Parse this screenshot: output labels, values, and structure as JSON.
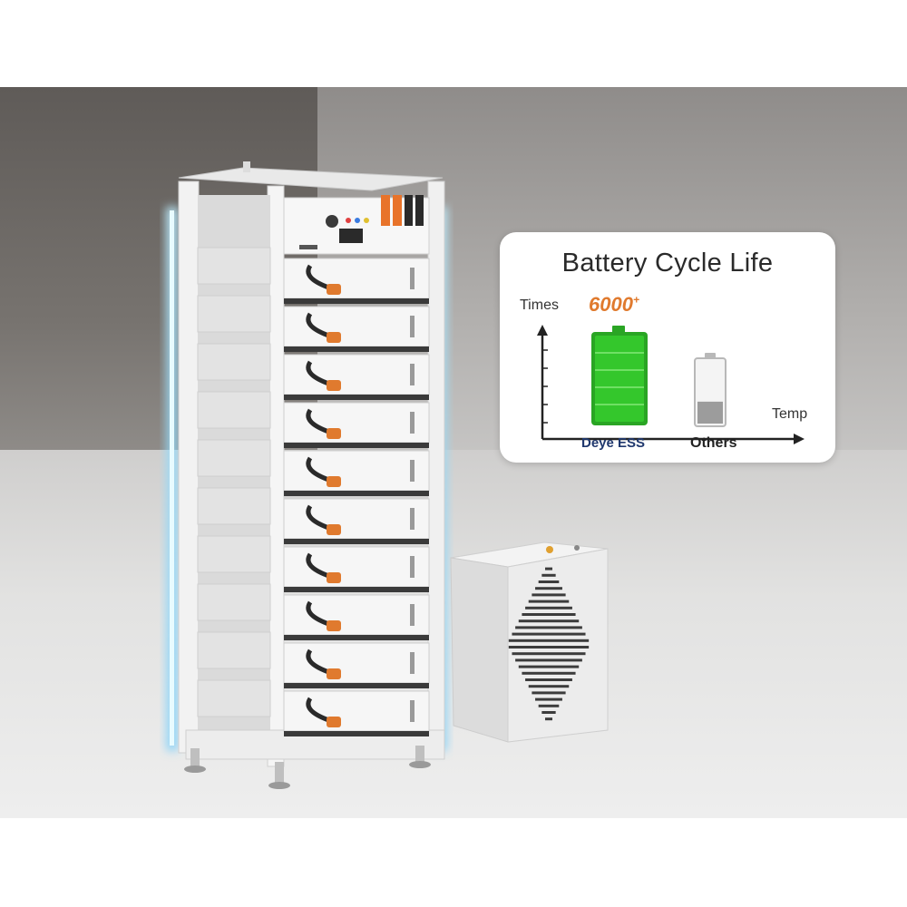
{
  "infographic": {
    "title": "Battery Cycle Life",
    "y_axis_label": "Times",
    "x_axis_label": "Temp",
    "highlight_value": "6000",
    "highlight_suffix": "+",
    "brand_label": "Deye ESS",
    "comparison_label": "Others"
  },
  "colors": {
    "accent_orange": "#e07a2e",
    "battery_green": "#34c72c",
    "brand_navy": "#20386e",
    "glow_blue": "#7fd8ff"
  },
  "battery_levels": {
    "deye_ess_fill": 1.0,
    "others_fill": 0.35
  }
}
